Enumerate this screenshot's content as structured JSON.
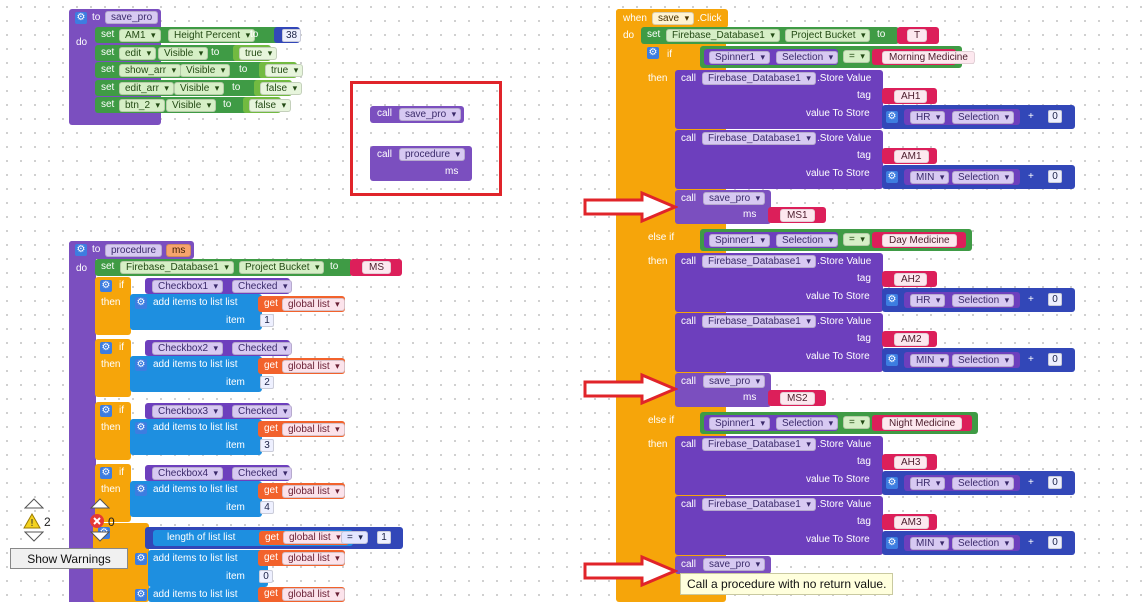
{
  "save_pro_def": {
    "to": "to",
    "name": "save_pro",
    "do": "do",
    "rows": [
      {
        "kw": "set",
        "comp": "AM1",
        "prop": "Height Percent",
        "to": "to",
        "val": "38"
      },
      {
        "kw": "set",
        "comp": "edit",
        "prop": "Visible",
        "to": "to",
        "val": "true"
      },
      {
        "kw": "set",
        "comp": "show_arr",
        "prop": "Visible",
        "to": "to",
        "val": "true"
      },
      {
        "kw": "set",
        "comp": "edit_arr",
        "prop": "Visible",
        "to": "to",
        "val": "false"
      },
      {
        "kw": "set",
        "comp": "btn_2",
        "prop": "Visible",
        "to": "to",
        "val": "false"
      }
    ]
  },
  "floating": {
    "call1": {
      "kw": "call",
      "name": "save_pro"
    },
    "call2": {
      "kw": "call",
      "name": "procedure",
      "param": "ms"
    }
  },
  "procedure_def": {
    "to": "to",
    "name": "procedure",
    "param": "ms",
    "do": "do",
    "set": {
      "kw": "set",
      "comp": "Firebase_Database1",
      "prop": "Project Bucket",
      "to": "to",
      "val": "MS"
    },
    "ifs": [
      {
        "if": "if",
        "cb": "Checkbox1",
        "prop": "Checked",
        "then": "then",
        "add": "add items to list  list",
        "get": "get",
        "var": "global list",
        "item": "item",
        "num": "1"
      },
      {
        "if": "if",
        "cb": "Checkbox2",
        "prop": "Checked",
        "then": "then",
        "add": "add items to list  list",
        "get": "get",
        "var": "global list",
        "item": "item",
        "num": "2"
      },
      {
        "if": "if",
        "cb": "Checkbox3",
        "prop": "Checked",
        "then": "then",
        "add": "add items to list  list",
        "get": "get",
        "var": "global list",
        "item": "item",
        "num": "3"
      },
      {
        "if": "if",
        "cb": "Checkbox4",
        "prop": "Checked",
        "then": "then",
        "add": "add items to list  list",
        "get": "get",
        "var": "global list",
        "item": "item",
        "num": "4"
      }
    ],
    "last_if": {
      "len": "length of list list",
      "get": "get",
      "var": "global list",
      "op": "=",
      "val": "1",
      "add": "add items to list  list",
      "item": "item",
      "num": "0"
    }
  },
  "event": {
    "when": "when",
    "comp": "save",
    "event": ".Click",
    "do": "do",
    "set": {
      "kw": "set",
      "comp": "Firebase_Database1",
      "prop": "Project Bucket",
      "to": "to",
      "val": "T"
    },
    "labels": {
      "if": "if",
      "then": "then",
      "else_if": "else if",
      "call": "call",
      "store": ".Store Value",
      "tag": "tag",
      "value_to_store": "value To Store",
      "ms": "ms",
      "save_pro": "save_pro",
      "fb": "Firebase_Database1",
      "spinner": "Spinner1",
      "selection": "Selection",
      "eq": "=",
      "plus": "+",
      "zero": "0"
    },
    "branches": [
      {
        "cond": "Morning Medicine",
        "tag1": "AH1",
        "comp1": "HR",
        "tag2": "AM1",
        "comp2": "MIN",
        "ms": "MS1"
      },
      {
        "cond": "Day Medicine",
        "tag1": "AH2",
        "comp1": "HR",
        "tag2": "AM2",
        "comp2": "MIN",
        "ms": "MS2"
      },
      {
        "cond": "Night Medicine",
        "tag1": "AH3",
        "comp1": "HR",
        "tag2": "AM3",
        "comp2": "MIN"
      }
    ]
  },
  "tooltip": "Call a procedure with no return value.",
  "warnings": {
    "warn_count": "2",
    "error_count": "0",
    "button": "Show Warnings"
  },
  "colors": {
    "procedure": "#7b4fbf",
    "setter": "#3f9b45",
    "control": "#f6a50a",
    "component": "#6d3fbd",
    "list": "#1e8fe0",
    "variable": "#f2622c",
    "text": "#dc1f5a",
    "math": "#3247b8",
    "highlight": "#e0242a"
  }
}
